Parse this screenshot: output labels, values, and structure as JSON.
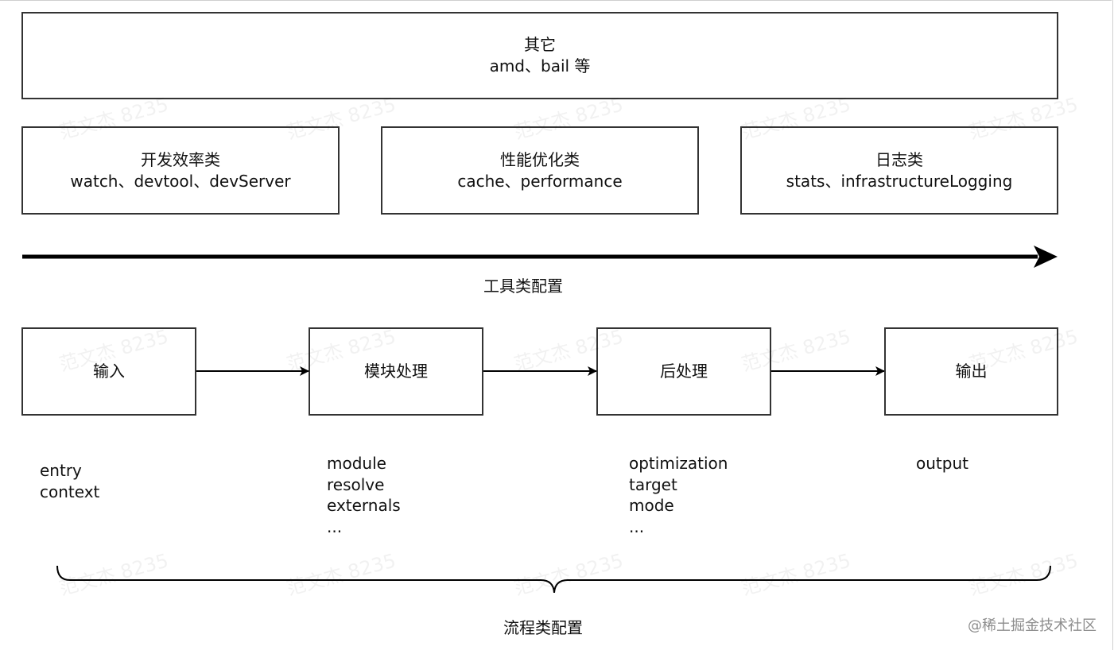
{
  "top_box": {
    "title": "其它",
    "subtitle": "amd、bail 等"
  },
  "tool_boxes": [
    {
      "title": "开发效率类",
      "subtitle": "watch、devtool、devServer"
    },
    {
      "title": "性能优化类",
      "subtitle": "cache、performance"
    },
    {
      "title": "日志类",
      "subtitle": "stats、infrastructureLogging"
    }
  ],
  "tool_axis_label": "工具类配置",
  "flow_steps": [
    {
      "title": "输入",
      "items": [
        "entry",
        "context"
      ]
    },
    {
      "title": "模块处理",
      "items": [
        "module",
        "resolve",
        "externals",
        "..."
      ]
    },
    {
      "title": "后处理",
      "items": [
        "optimization",
        "target",
        "mode",
        "..."
      ]
    },
    {
      "title": "输出",
      "items": [
        "output"
      ]
    }
  ],
  "flow_brace_label": "流程类配置",
  "watermark": "范文杰 8235",
  "credit": "@稀土掘金技术社区"
}
